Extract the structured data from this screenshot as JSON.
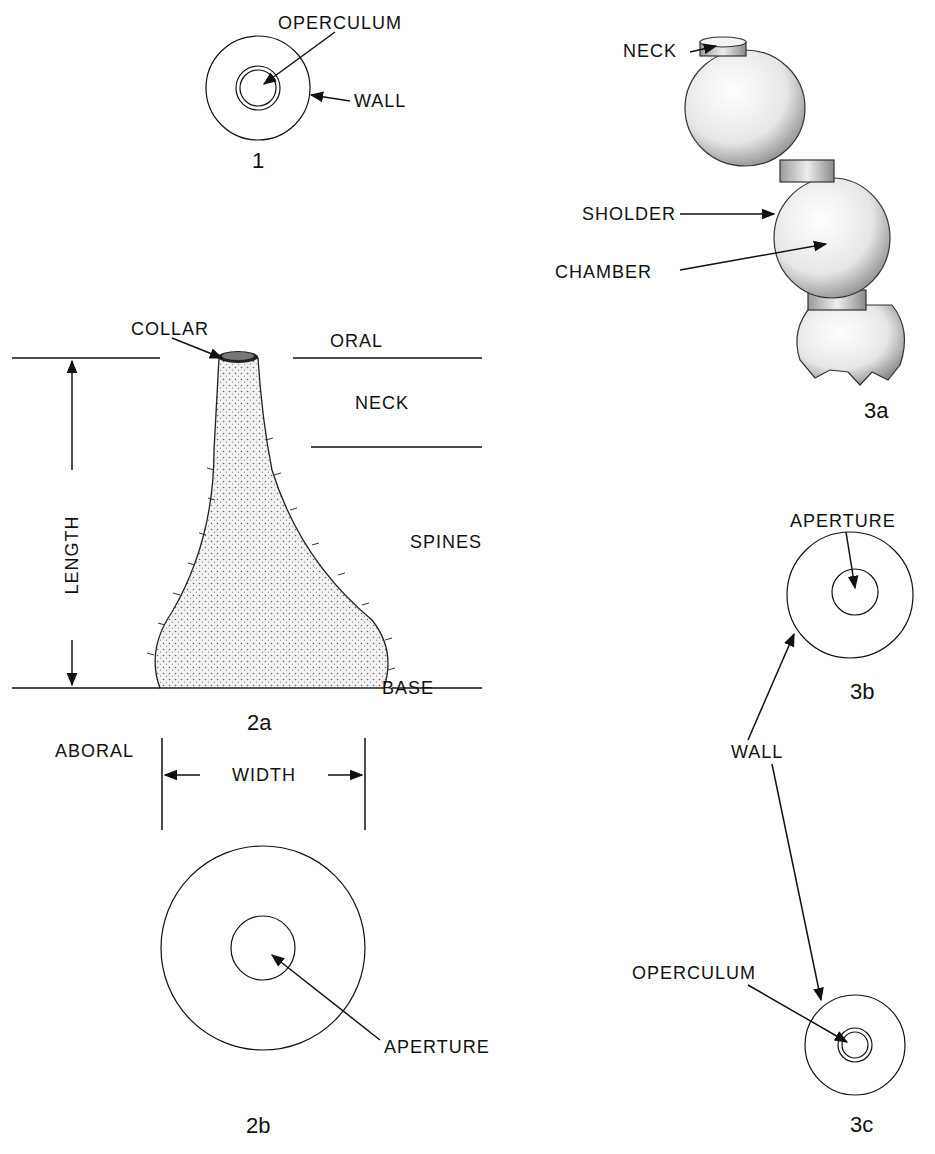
{
  "diagram": {
    "labels": [
      "OPERCULUM",
      "WALL",
      "1",
      "NECK",
      "SHOLDER",
      "CHAMBER",
      "3a",
      "COLLAR",
      "ORAL",
      "NECK",
      "LENGTH",
      "SPINES",
      "BASE",
      "2a",
      "ABORAL",
      "APERTURE",
      "3b",
      "WALL",
      "WIDTH",
      "OPERCULUM",
      "APERTURE",
      "2b",
      "3c"
    ]
  }
}
